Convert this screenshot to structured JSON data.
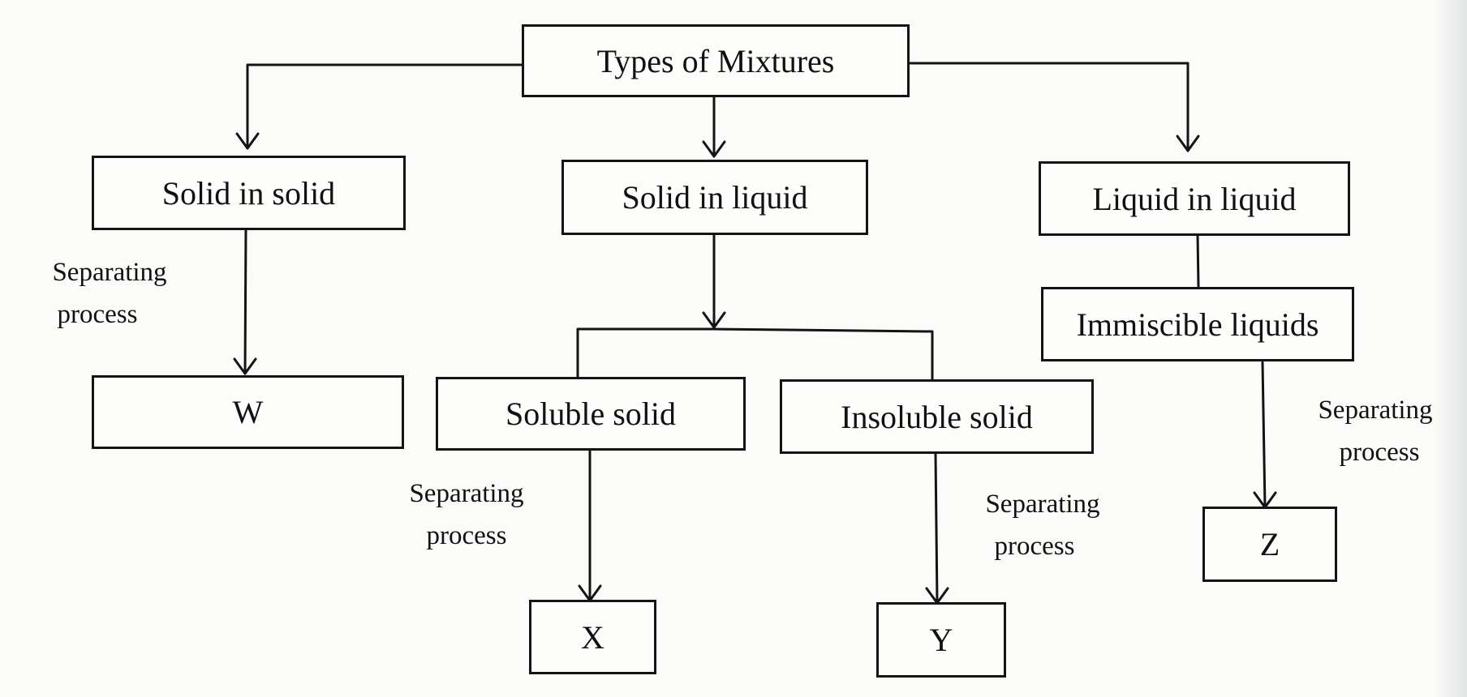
{
  "diagram": {
    "title": "Types of Mixtures",
    "nodes": {
      "root": "Types of Mixtures",
      "solid_in_solid": "Solid in solid",
      "solid_in_liquid": "Solid in liquid",
      "liquid_in_liquid": "Liquid in liquid",
      "immiscible_liquids": "Immiscible liquids",
      "soluble_solid": "Soluble solid",
      "insoluble_solid": "Insoluble solid",
      "w": "W",
      "x": "X",
      "y": "Y",
      "z": "Z"
    },
    "edge_labels": {
      "solid_in_solid_to_w": [
        "Separating",
        "process"
      ],
      "soluble_to_x": [
        "Separating",
        "process"
      ],
      "insoluble_to_y": [
        "Separating",
        "process"
      ],
      "immiscible_to_z": [
        "Separating",
        "process"
      ]
    },
    "edges": [
      {
        "from": "root",
        "to": "solid_in_solid",
        "arrow": true
      },
      {
        "from": "root",
        "to": "solid_in_liquid",
        "arrow": true
      },
      {
        "from": "root",
        "to": "liquid_in_liquid",
        "arrow": true
      },
      {
        "from": "solid_in_solid",
        "to": "w",
        "arrow": true,
        "label": "Separating process"
      },
      {
        "from": "solid_in_liquid",
        "to": "soluble_solid",
        "arrow": true
      },
      {
        "from": "solid_in_liquid",
        "to": "insoluble_solid",
        "arrow": true
      },
      {
        "from": "liquid_in_liquid",
        "to": "immiscible_liquids",
        "arrow": false
      },
      {
        "from": "soluble_solid",
        "to": "x",
        "arrow": true,
        "label": "Separating process"
      },
      {
        "from": "insoluble_solid",
        "to": "y",
        "arrow": true,
        "label": "Separating process"
      },
      {
        "from": "immiscible_liquids",
        "to": "z",
        "arrow": true,
        "label": "Separating process"
      }
    ]
  }
}
